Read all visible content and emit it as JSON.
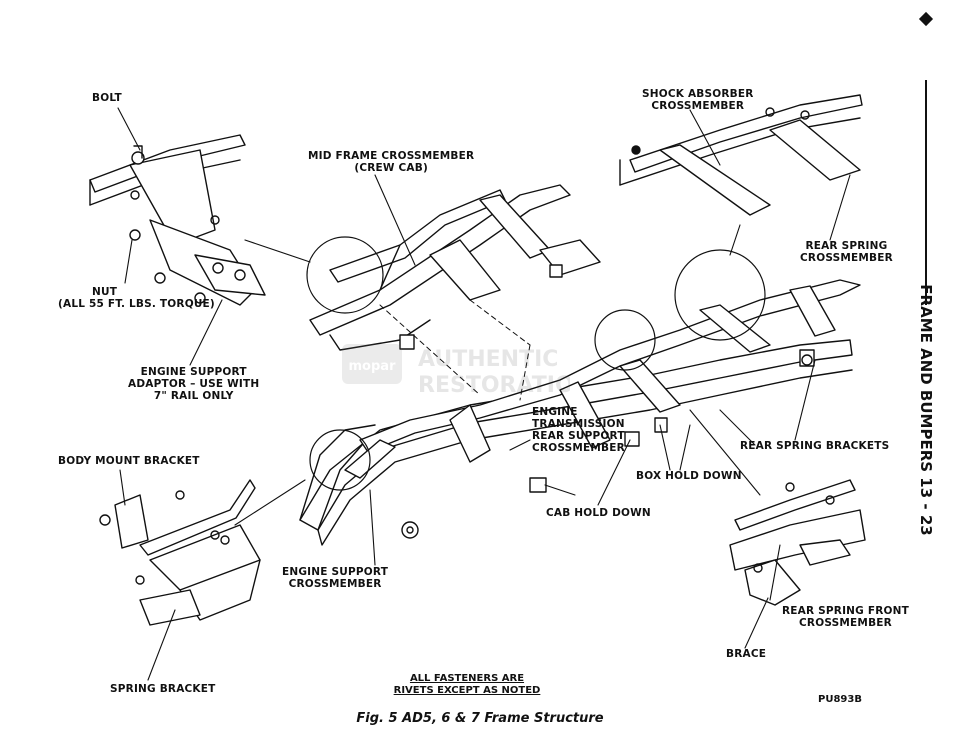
{
  "labels": {
    "bolt": "BOLT",
    "nut_line1": "NUT",
    "nut_line2": "(ALL 55 FT. LBS. TORQUE)",
    "engine_support_adaptor_line1": "ENGINE SUPPORT",
    "engine_support_adaptor_line2": "ADAPTOR – USE WITH",
    "engine_support_adaptor_line3": "7\" RAIL ONLY",
    "body_mount_bracket": "BODY MOUNT BRACKET",
    "spring_bracket": "SPRING BRACKET",
    "mid_frame_line1": "MID FRAME CROSSMEMBER",
    "mid_frame_line2": "(CREW CAB)",
    "shock_absorber_line1": "SHOCK ABSORBER",
    "shock_absorber_line2": "CROSSMEMBER",
    "rear_spring_line1": "REAR SPRING",
    "rear_spring_line2": "CROSSMEMBER",
    "etr_line1": "ENGINE",
    "etr_line2": "TRANSMISSION",
    "etr_line3": "REAR SUPPORT",
    "etr_line4": "CROSSMEMBER",
    "rear_spring_brackets": "REAR SPRING BRACKETS",
    "box_hold_down": "BOX HOLD DOWN",
    "cab_hold_down": "CAB HOLD DOWN",
    "engine_support_cm_line1": "ENGINE SUPPORT",
    "engine_support_cm_line2": "CROSSMEMBER",
    "rear_spring_front_line1": "REAR SPRING FRONT",
    "rear_spring_front_line2": "CROSSMEMBER",
    "brace": "BRACE"
  },
  "note_line1": "ALL FASTENERS ARE",
  "note_line2": "RIVETS EXCEPT AS NOTED",
  "figure_code": "PU893B",
  "caption": "Fig. 5 AD5, 6 & 7 Frame Structure",
  "side_header": "FRAME AND BUMPERS   13 - 23",
  "watermark_line1": "AUTHENTIC",
  "watermark_line2": "RESTORATION",
  "watermark_brand": "mopar"
}
